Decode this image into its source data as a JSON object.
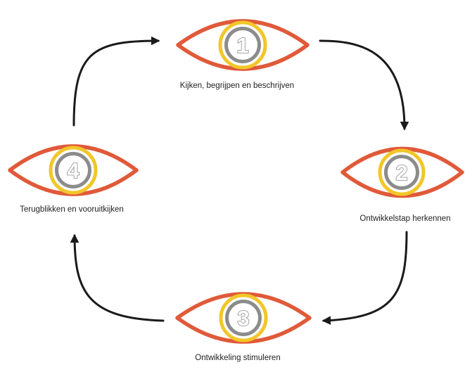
{
  "colors": {
    "eye_outline": "#e05a3a",
    "iris_ring": "#f2c62a",
    "pupil_ring": "#8c8c8c",
    "arrow": "#1a1a1a"
  },
  "cycle": {
    "steps": [
      {
        "number": "1",
        "label": "Kijken, begrijpen en beschrijven"
      },
      {
        "number": "2",
        "label": "Ontwikkelstap herkennen"
      },
      {
        "number": "3",
        "label": "Ontwikkeling stimuleren"
      },
      {
        "number": "4",
        "label": "Terugblikken en vooruitkijken"
      }
    ]
  }
}
